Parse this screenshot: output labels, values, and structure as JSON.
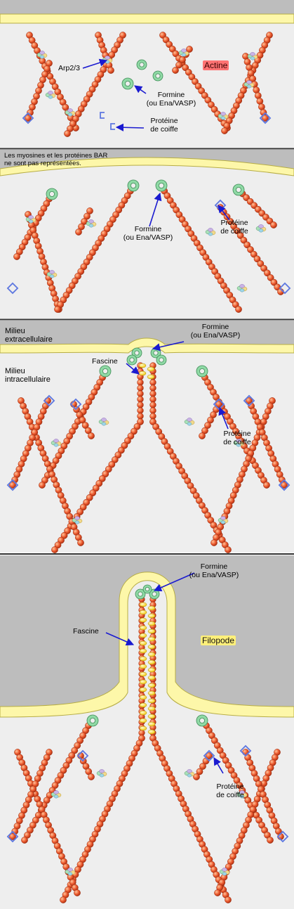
{
  "panel1": {
    "arp": "Arp2/3",
    "actine": "Actine",
    "formine": "Formine\n(ou Ena/VASP)",
    "proteine": "Protéine\nde coiffe"
  },
  "panel2": {
    "note": "Les myosines et les protéines BAR\nne sont pas représentées.",
    "formine": "Formine\n(ou Ena/VASP)",
    "proteine": "Protéine\nde coiffe"
  },
  "panel3": {
    "milieu_ext": "Milieu\nextracellulaire",
    "milieu_int": "Milieu\nintracellulaire",
    "formine": "Formine\n(ou Ena/VASP)",
    "fascine": "Fascine",
    "proteine": "Protéine\nde coiffe"
  },
  "panel4": {
    "formine": "Formine\n(ou Ena/VASP)",
    "fascine": "Fascine",
    "filopode": "Filopode",
    "proteine": "Protéine\nde coiffe"
  },
  "colors": {
    "background": "#eeeeee",
    "membrane": "#fdf7a9",
    "extracellular": "#bdbdbd",
    "actin": "#e8522b",
    "formin": "#8fd9a5",
    "capping": "#5e78e0",
    "arrow": "#1a1ad0",
    "fascin": "#ffe226",
    "actine_highlight": "#ff7373",
    "filopode_highlight": "#fff07a"
  }
}
